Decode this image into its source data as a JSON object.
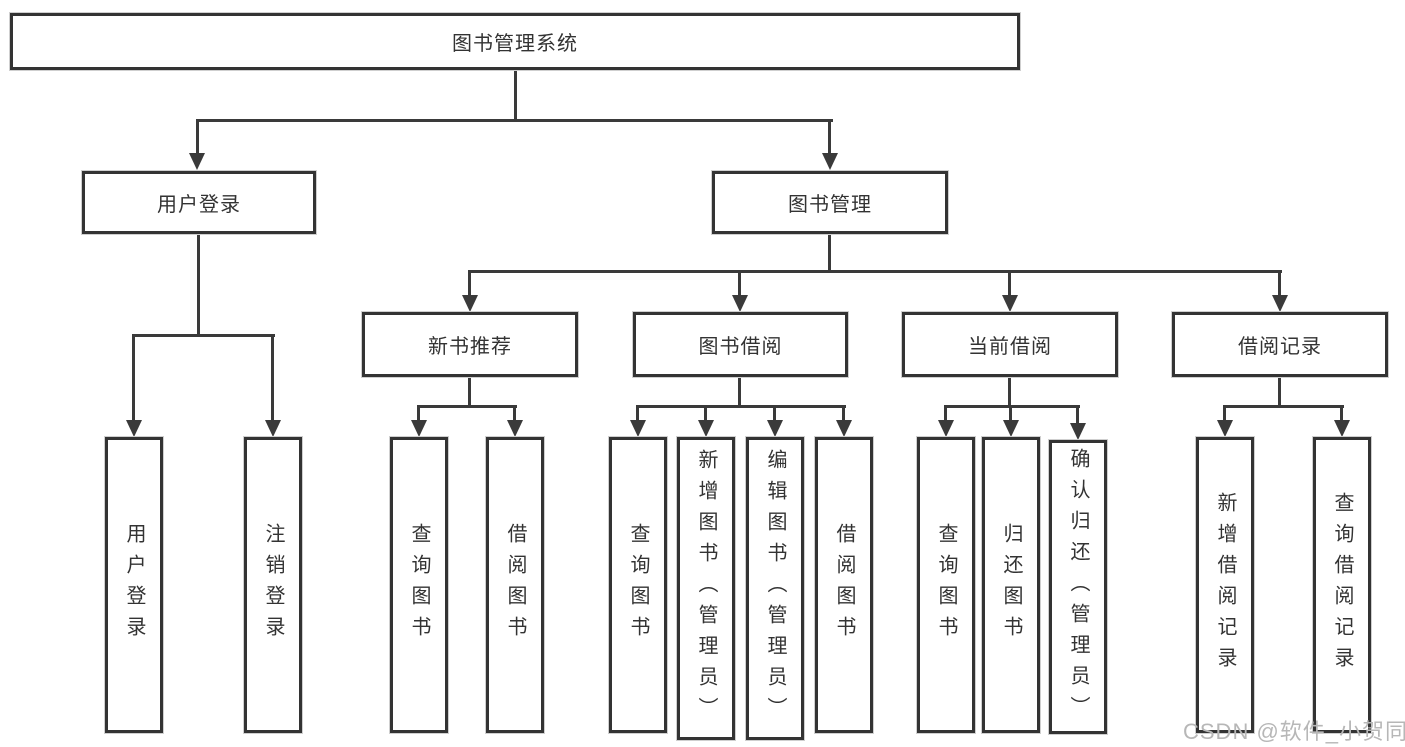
{
  "diagram": {
    "type": "hierarchy-tree",
    "orientation": "top-down"
  },
  "tree": {
    "label": "图书管理系统",
    "children": [
      {
        "label": "用户登录",
        "children": [
          {
            "label": "用户登录"
          },
          {
            "label": "注销登录"
          }
        ]
      },
      {
        "label": "图书管理",
        "children": [
          {
            "label": "新书推荐",
            "children": [
              {
                "label": "查询图书"
              },
              {
                "label": "借阅图书"
              }
            ]
          },
          {
            "label": "图书借阅",
            "children": [
              {
                "label": "查询图书"
              },
              {
                "label": "新增图书（管理员）"
              },
              {
                "label": "编辑图书（管理员）"
              },
              {
                "label": "借阅图书"
              }
            ]
          },
          {
            "label": "当前借阅",
            "children": [
              {
                "label": "查询图书"
              },
              {
                "label": "归还图书"
              },
              {
                "label": "确认归还（管理员）"
              }
            ]
          },
          {
            "label": "借阅记录",
            "children": [
              {
                "label": "新增借阅记录"
              },
              {
                "label": "查询借阅记录"
              }
            ]
          }
        ]
      }
    ]
  },
  "watermark": "CSDN @软件_小贺同学",
  "colors": {
    "line": "#3a3a3a",
    "box_border": "#333333",
    "text": "#333333",
    "watermark": "#b7b7b7",
    "background": "#ffffff"
  }
}
